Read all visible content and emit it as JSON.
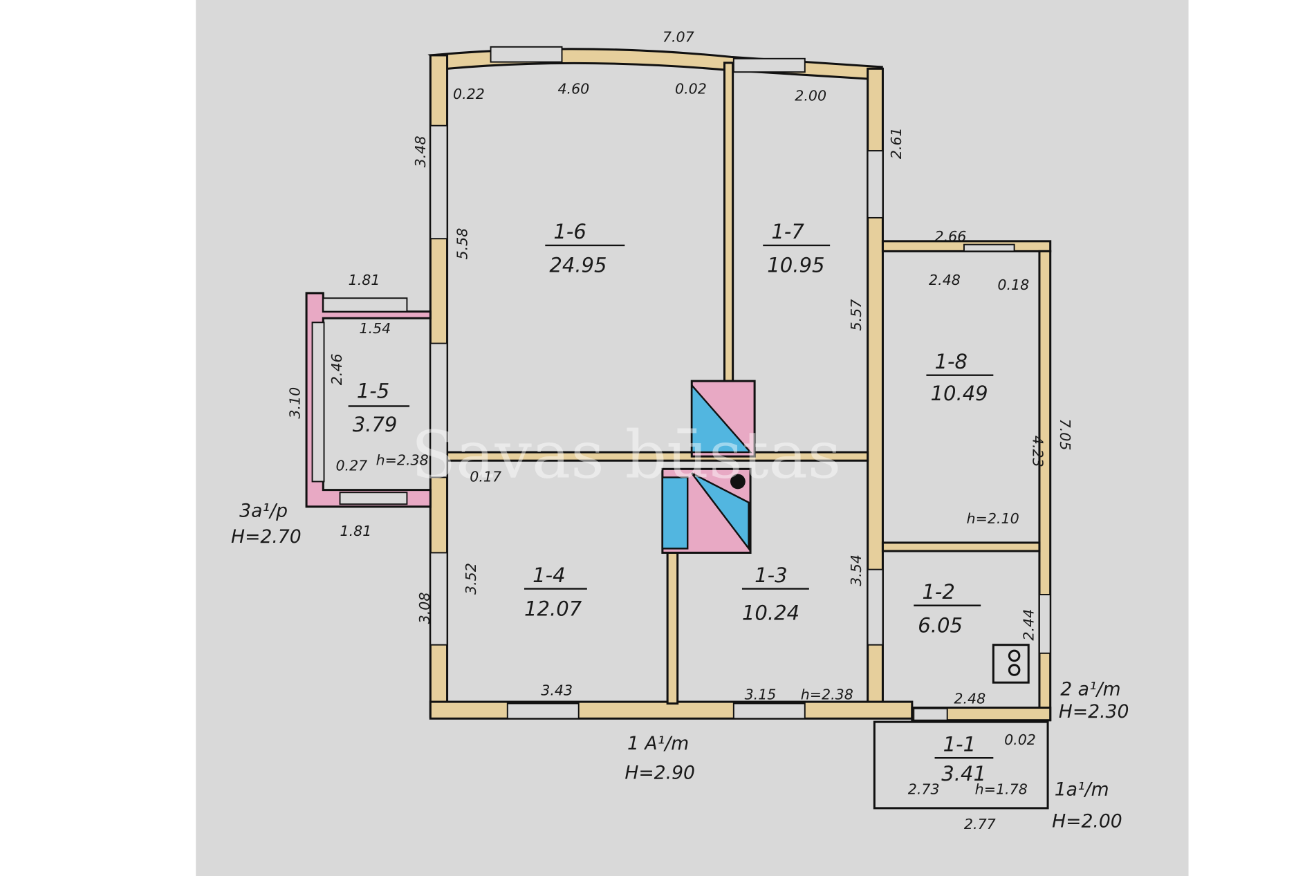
{
  "watermark": "Savas būstas",
  "rooms": [
    {
      "id": "1-1",
      "area": "3.41"
    },
    {
      "id": "1-2",
      "area": "6.05"
    },
    {
      "id": "1-3",
      "area": "10.24"
    },
    {
      "id": "1-4",
      "area": "12.07"
    },
    {
      "id": "1-5",
      "area": "3.79"
    },
    {
      "id": "1-6",
      "area": "24.95"
    },
    {
      "id": "1-7",
      "area": "10.95"
    },
    {
      "id": "1-8",
      "area": "10.49"
    }
  ],
  "dimensions": [
    "7.07",
    "0.22",
    "4.60",
    "0.02",
    "2.00",
    "3.48",
    "5.58",
    "2.61",
    "5.57",
    "2.66",
    "2.48",
    "0.18",
    "4.23",
    "7.05",
    "1.81",
    "1.54",
    "3.10",
    "2.46",
    "0.27",
    "h=2.38",
    "0.17",
    "1.81",
    "3.52",
    "3.08",
    "3.54",
    "h=2.10",
    "2.44",
    "3.43",
    "3.15",
    "h=2.38",
    "2.48",
    "0.02",
    "2.73",
    "h=1.78",
    "2.77"
  ],
  "levels": {
    "main_a": "1 A¹/m",
    "main_h": "H=2.90",
    "porch_a": "3a¹/p",
    "porch_h": "H=2.70",
    "annex_a": "2 a¹/m",
    "annex_h": "H=2.30",
    "vest_a": "1a¹/m",
    "vest_h": "H=2.00"
  },
  "colors": {
    "paper": "#d9d9d9",
    "wall": "#e6cf9c",
    "pink": "#e8a9c4",
    "blue": "#52b6e0"
  }
}
